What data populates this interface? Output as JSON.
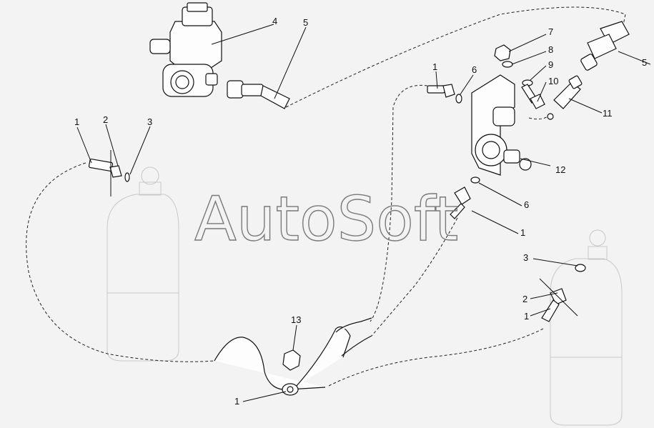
{
  "watermark": "AutoSoft",
  "callouts": {
    "c4": "4",
    "c5a": "5",
    "c5b": "5",
    "c1_left": "1",
    "c2_left": "2",
    "c3_left": "3",
    "c1_top": "1",
    "c6_top": "6",
    "c7": "7",
    "c8": "8",
    "c9": "9",
    "c10": "10",
    "c11": "11",
    "c12": "12",
    "c6_mid": "6",
    "c1_mid": "1",
    "c3_right": "3",
    "c2_right": "2",
    "c1_right": "1",
    "c13": "13",
    "c1_bottom": "1"
  }
}
